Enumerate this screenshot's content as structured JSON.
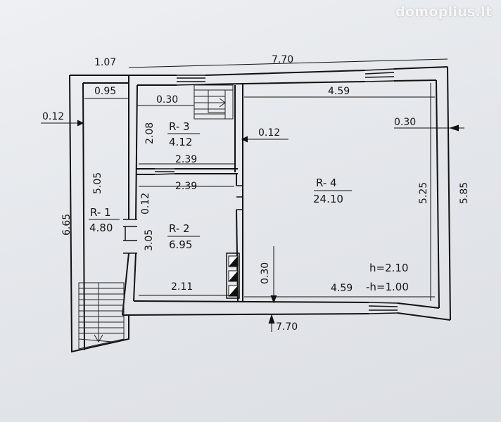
{
  "watermark": "domoplius.lt",
  "rooms": {
    "r1": {
      "name": "R- 1",
      "area": "4.80"
    },
    "r2": {
      "name": "R- 2",
      "area": "6.95"
    },
    "r3": {
      "name": "R- 3",
      "area": "4.12"
    },
    "r4": {
      "name": "R- 4",
      "area": "24.10"
    }
  },
  "dimensions": {
    "top_left_width": "1.07",
    "top_total_width": "7.70",
    "r1_inner_width": "0.95",
    "left_wall": "0.12",
    "r1_length": "5.05",
    "total_height": "6.65",
    "r3_top_offset": "0.30",
    "r3_height": "2.08",
    "r3_width": "2.39",
    "partition_r3_r4": "0.12",
    "r2_top_width": "2.39",
    "partition_r2_r3": "0.12",
    "r2_height": "3.05",
    "r2_bottom_width": "2.11",
    "r4_top_width": "4.59",
    "r4_right_offset": "0.30",
    "r4_height": "5.25",
    "outer_right_height": "5.85",
    "r4_bottom_offset": "0.30",
    "r4_bottom_width": "4.59",
    "bottom_total_width": "7.70"
  },
  "ceiling": {
    "h": "h=2.10",
    "minus_h": "-h=1.00"
  }
}
